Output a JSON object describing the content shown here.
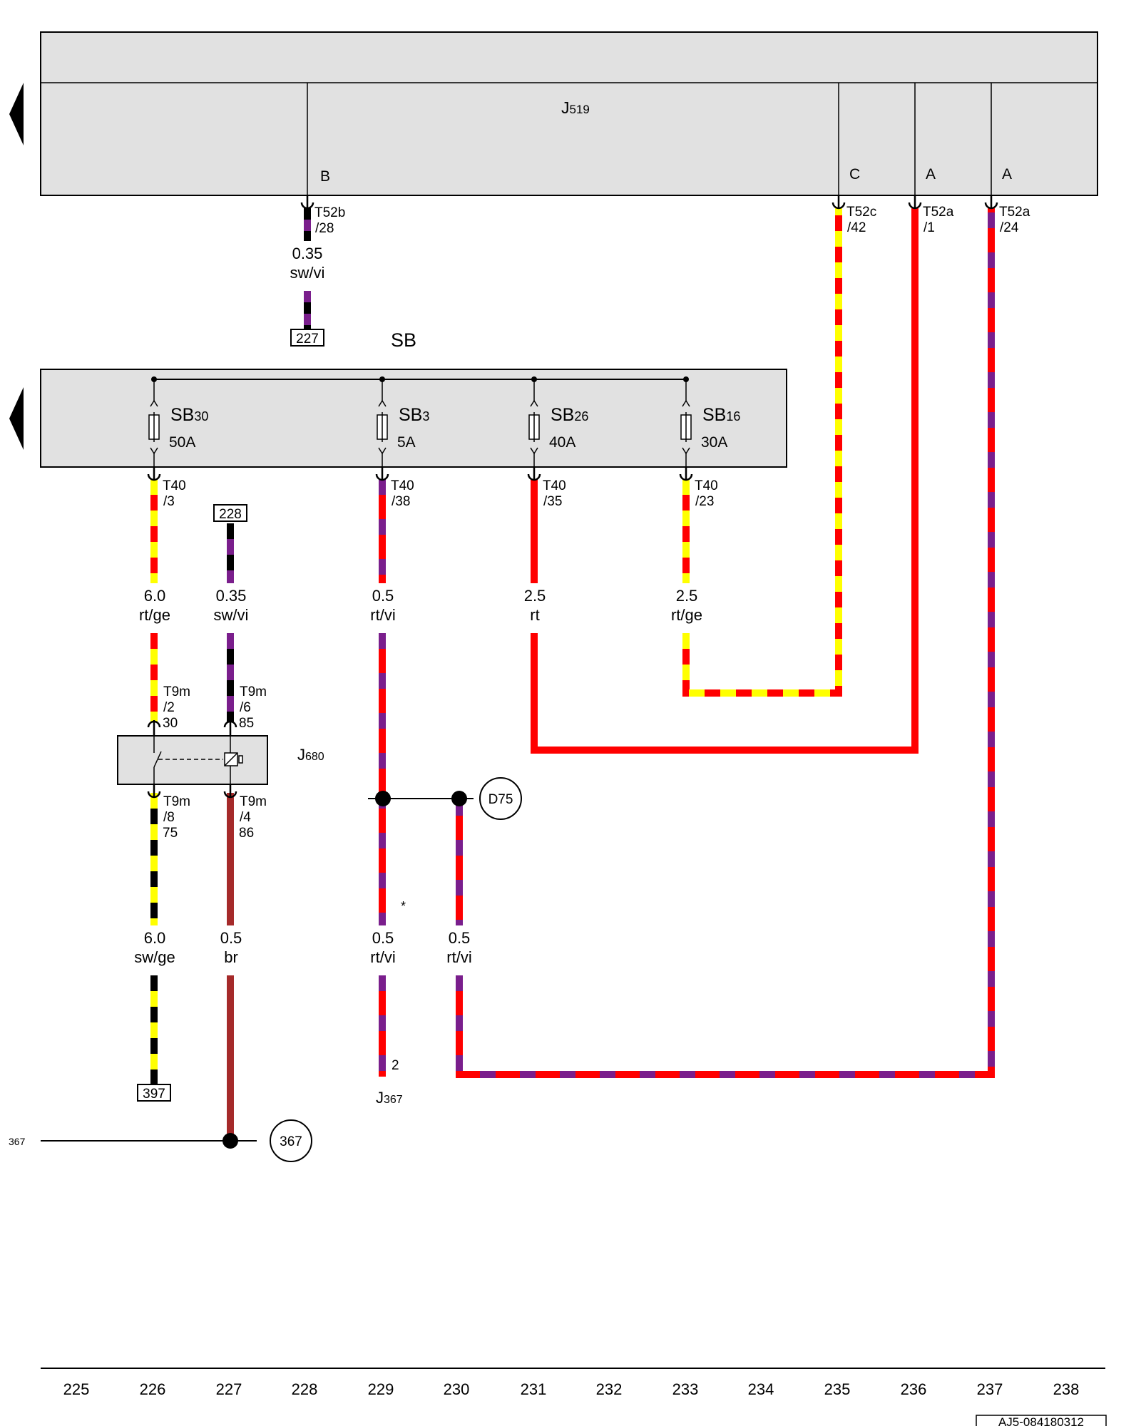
{
  "colors": {
    "panel_fill": "#e1e1e1",
    "red": "#ff0000",
    "yellow": "#ffff00",
    "violet": "#7a1e8c",
    "black": "#000000",
    "brown": "#a52a2a"
  },
  "modules": {
    "j519": {
      "name": "J519",
      "name_main": "J",
      "name_sub": "519"
    },
    "sb": {
      "name": "SB"
    },
    "j680": {
      "name": "J680",
      "name_main": "J",
      "name_sub": "680"
    },
    "j367": {
      "name": "J367",
      "name_main": "J",
      "name_sub": "367"
    }
  },
  "j519_pins": [
    {
      "id": "b",
      "pin_label": "B",
      "conn": "T52b",
      "pos": "/28"
    },
    {
      "id": "c",
      "pin_label": "C",
      "conn": "T52c",
      "pos": "/42"
    },
    {
      "id": "a1",
      "pin_label": "A",
      "conn": "T52a",
      "pos": "/1"
    },
    {
      "id": "a24",
      "pin_label": "A",
      "conn": "T52a",
      "pos": "/24"
    }
  ],
  "fuses": [
    {
      "id": "sb30",
      "main": "SB",
      "sub": "30",
      "rating": "50A",
      "conn": "T40",
      "pos": "/3"
    },
    {
      "id": "sb3",
      "main": "SB",
      "sub": "3",
      "rating": "5A",
      "conn": "T40",
      "pos": "/38"
    },
    {
      "id": "sb26",
      "main": "SB",
      "sub": "26",
      "rating": "40A",
      "conn": "T40",
      "pos": "/35"
    },
    {
      "id": "sb16",
      "main": "SB",
      "sub": "16",
      "rating": "30A",
      "conn": "T40",
      "pos": "/23"
    }
  ],
  "wires": {
    "w_b": {
      "size": "0.35",
      "color": "sw/vi"
    },
    "w_sb30": {
      "size": "6.0",
      "color": "rt/ge"
    },
    "w_228": {
      "size": "0.35",
      "color": "sw/vi"
    },
    "w_sb3": {
      "size": "0.5",
      "color": "rt/vi"
    },
    "w_sb26": {
      "size": "2.5",
      "color": "rt"
    },
    "w_sb16": {
      "size": "2.5",
      "color": "rt/ge"
    },
    "w_75": {
      "size": "6.0",
      "color": "sw/ge"
    },
    "w_86": {
      "size": "0.5",
      "color": "br"
    },
    "w_j367": {
      "size": "0.5",
      "color": "rt/vi"
    },
    "w_d75": {
      "size": "0.5",
      "color": "rt/vi"
    }
  },
  "j680_pins": [
    {
      "id": "p2",
      "conn": "T9m",
      "pos": "/2",
      "term": "30"
    },
    {
      "id": "p6",
      "conn": "T9m",
      "pos": "/6",
      "term": "85"
    },
    {
      "id": "p8",
      "conn": "T9m",
      "pos": "/8",
      "term": "75"
    },
    {
      "id": "p4",
      "conn": "T9m",
      "pos": "/4",
      "term": "86"
    }
  ],
  "refs": {
    "r227": "227",
    "r228": "228",
    "r397": "397",
    "d75": "D75",
    "g367": "367",
    "left367": "367",
    "j367_pin": "2",
    "asterisk": "*"
  },
  "tracks": [
    "225",
    "226",
    "227",
    "228",
    "229",
    "230",
    "231",
    "232",
    "233",
    "234",
    "235",
    "236",
    "237",
    "238"
  ],
  "doc_id": "AJ5-084180312"
}
